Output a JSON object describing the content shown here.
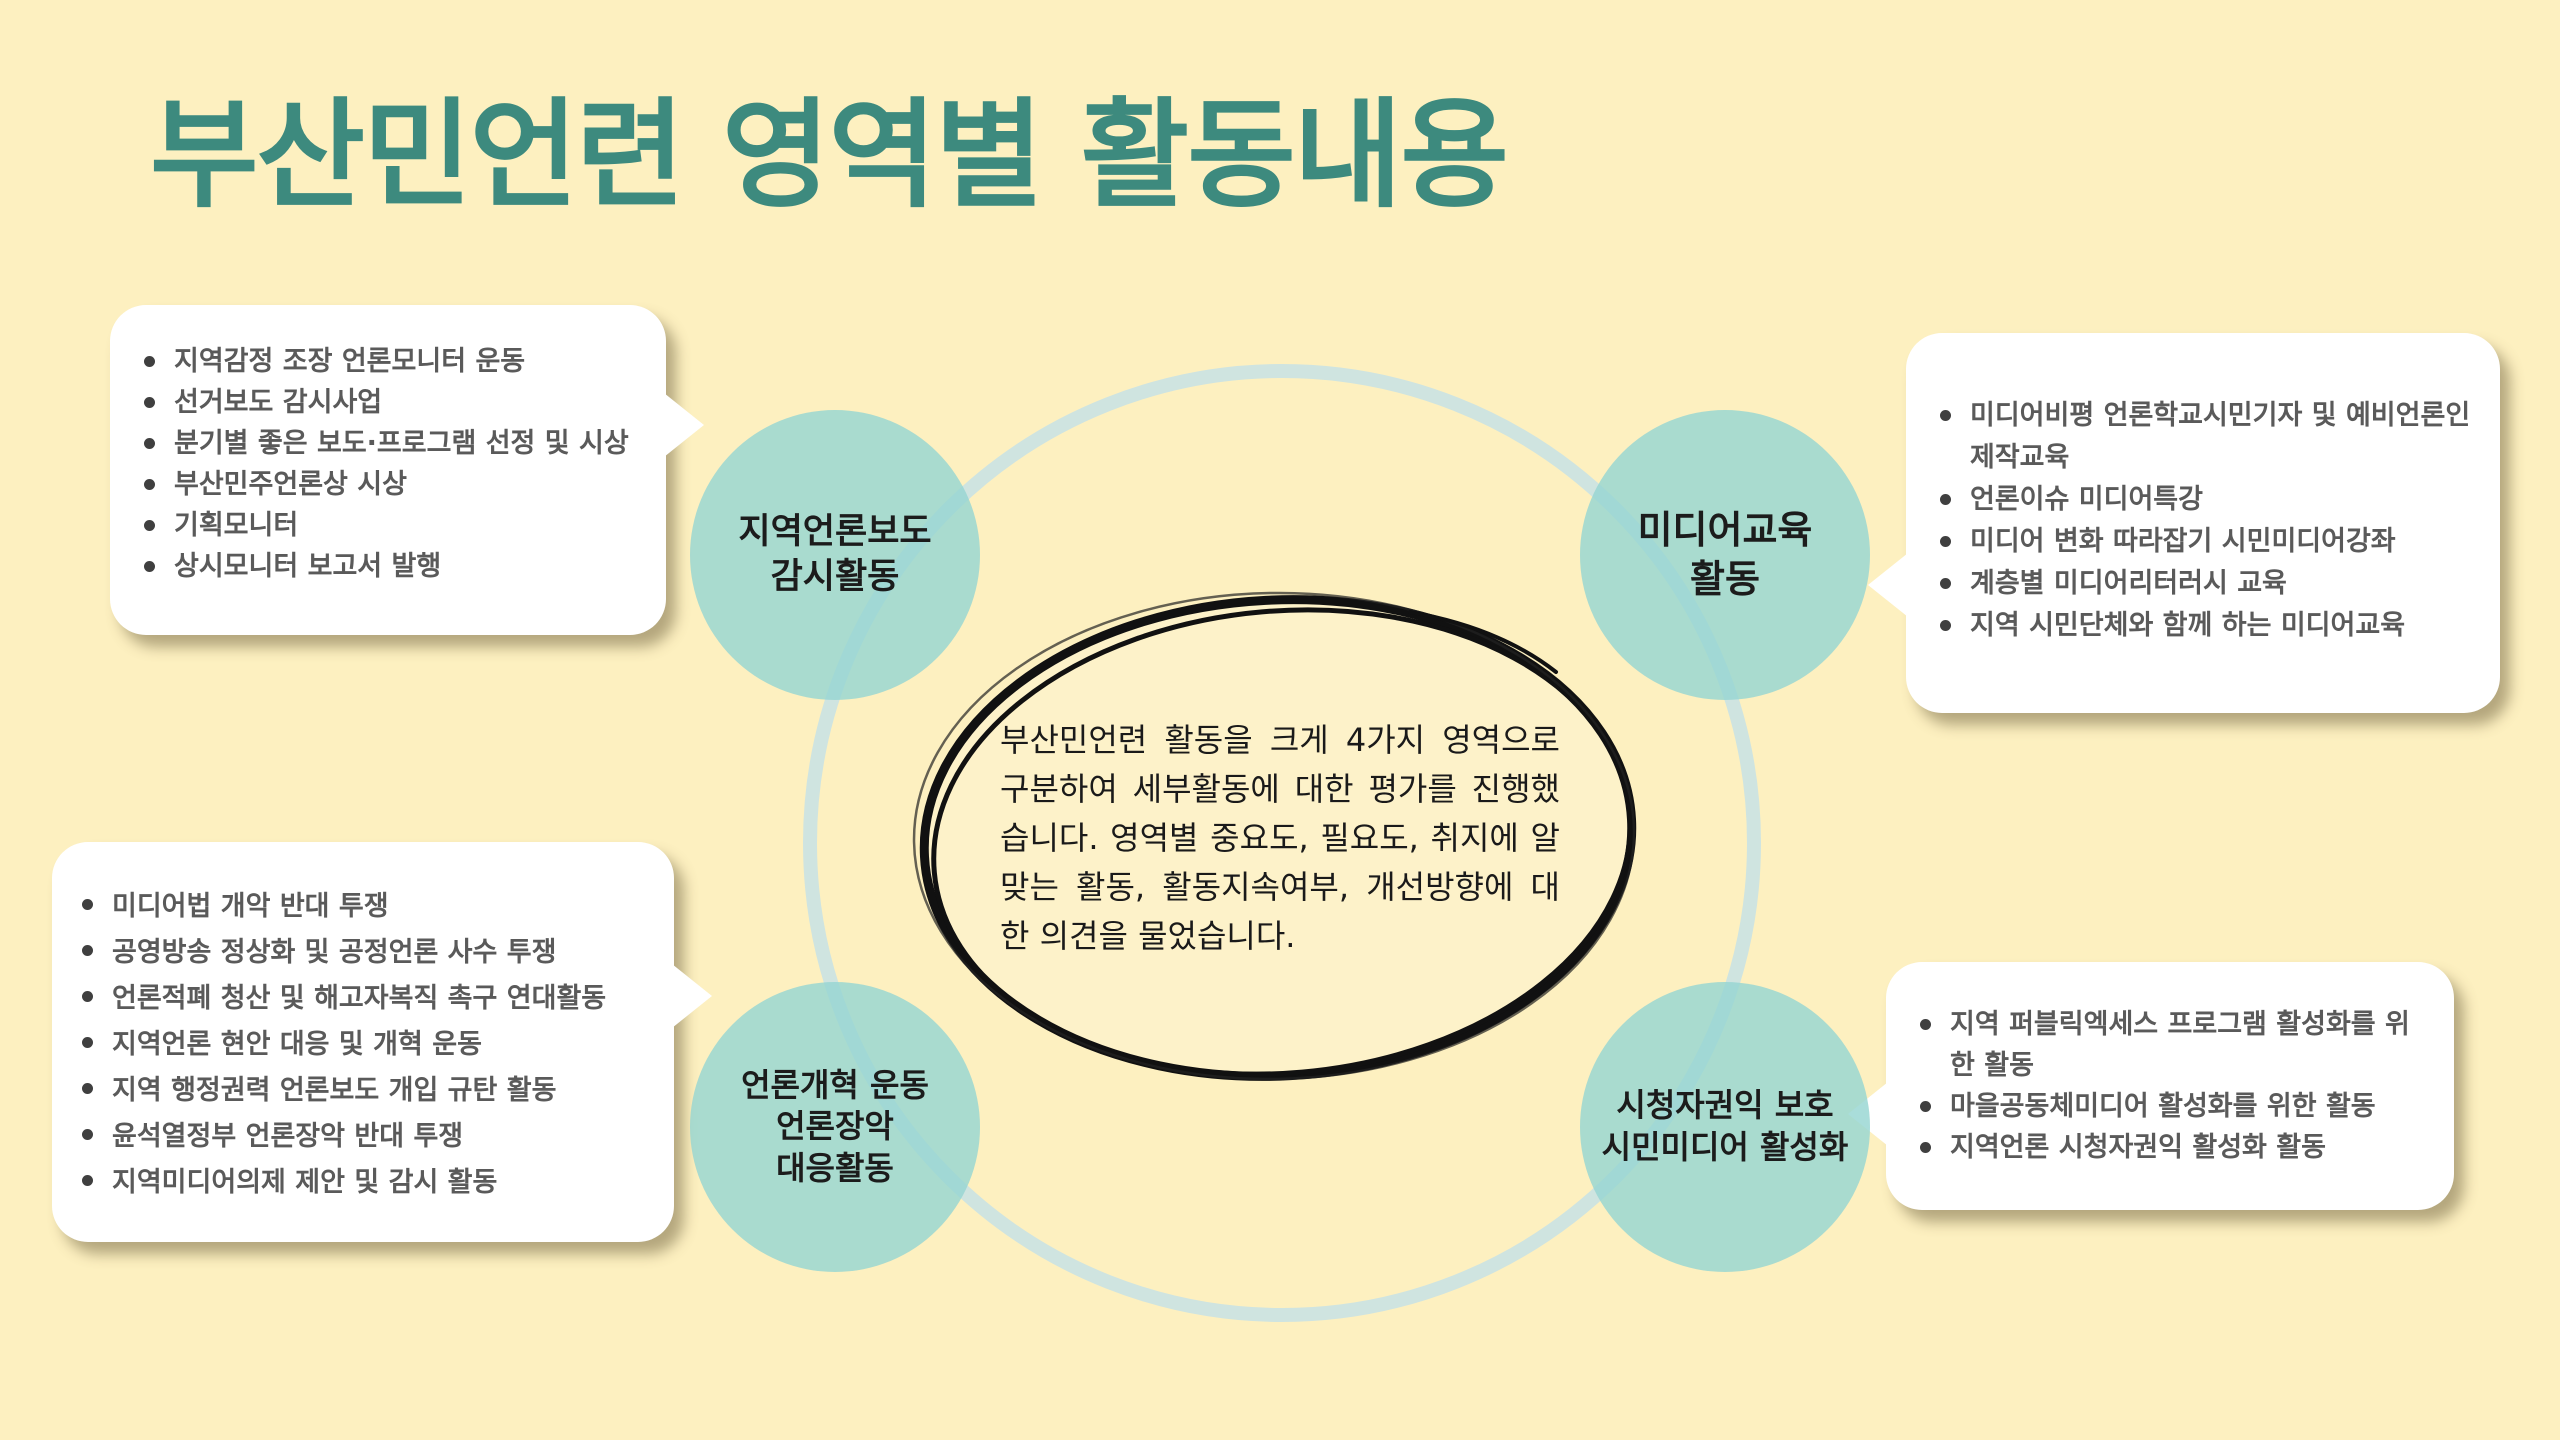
{
  "title": "부산민언련 영역별 활동내용",
  "center_text": "부산민언련 활동을 크게 4가지 영역으로 구분하여 세부활동에 대한 평가를 진행했습니다. 영역별 중요도, 필요도, 취지에 알맞는 활동,  활동지속여부, 개선방향에 대한 의견을 물었습니다.",
  "nodes": {
    "top_left": {
      "label": "지역언론보도\n감시활동"
    },
    "top_right": {
      "label": "미디어교육\n활동"
    },
    "bottom_left": {
      "label": "언론개혁 운동\n언론장악\n대응활동"
    },
    "bottom_right": {
      "label": "시청자권익 보호\n시민미디어 활성화"
    }
  },
  "cards": {
    "top_left": {
      "items": [
        "지역감정 조장 언론모니터 운동",
        "선거보도 감시사업",
        "분기별 좋은 보도·프로그램 선정 및 시상",
        "부산민주언론상 시상",
        "기획모니터",
        "상시모니터 보고서 발행"
      ]
    },
    "top_right": {
      "items": [
        "미디어비평 언론학교시민기자 및 예비언론인 제작교육",
        "언론이슈 미디어특강",
        "미디어 변화 따라잡기 시민미디어강좌",
        "계층별 미디어리터러시 교육",
        "지역 시민단체와 함께 하는 미디어교육"
      ]
    },
    "bottom_left": {
      "items": [
        "미디어법 개악 반대 투쟁",
        "공영방송 정상화 및 공정언론 사수 투쟁",
        "언론적폐 청산 및 해고자복직 촉구 연대활동",
        "지역언론 현안 대응 및 개혁 운동",
        "지역 행정권력 언론보도 개입 규탄 활동",
        "윤석열정부 언론장악 반대 투쟁",
        "지역미디어의제 제안 및 감시 활동"
      ]
    },
    "bottom_right": {
      "items": [
        "지역 퍼블릭엑세스 프로그램 활성화를 위한 활동",
        "마을공동체미디어 활성화를 위한 활동",
        "지역언론 시청자권익 활성화 활동"
      ]
    }
  },
  "colors": {
    "background": "#fdf0c0",
    "title": "#3d8a7e",
    "node_fill": "#96d5d2",
    "ring": "#cfe4e0",
    "card": "#ffffff",
    "ink_circle": "#111111"
  }
}
